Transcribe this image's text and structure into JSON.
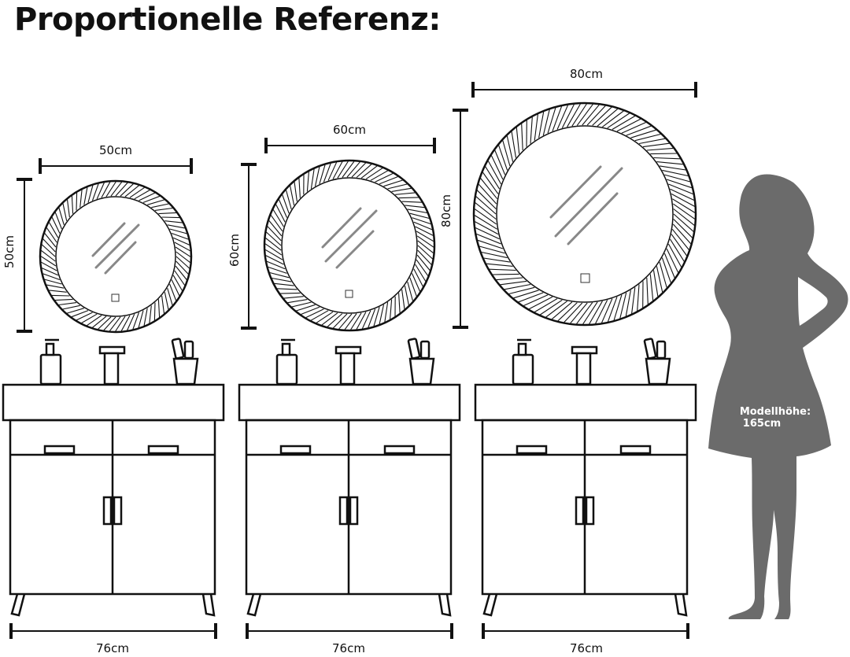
{
  "title": "Proportionelle Referenz:",
  "sets": [
    {
      "mirror_width": "50cm",
      "mirror_height": "50cm",
      "cabinet_width": "76cm"
    },
    {
      "mirror_width": "60cm",
      "mirror_height": "60cm",
      "cabinet_width": "76cm"
    },
    {
      "mirror_width": "80cm",
      "mirror_height": "80cm",
      "cabinet_width": "76cm"
    }
  ],
  "model": {
    "label_line1": "Modellhöhe:",
    "label_line2": "165cm"
  },
  "colors": {
    "line": "#111111",
    "light": "#555555",
    "silhouette": "#6b6b6b"
  }
}
